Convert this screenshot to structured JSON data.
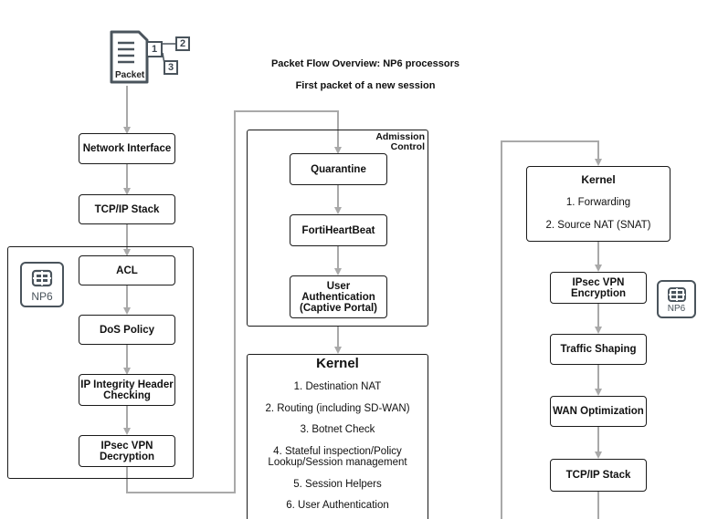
{
  "title_line1": "Packet Flow Overview: NP6 processors",
  "title_line2": "First packet of a new session",
  "packet": {
    "label": "Packet",
    "tags": [
      "1",
      "2",
      "3"
    ]
  },
  "column1": {
    "network_interface": "Network Interface",
    "tcpip_stack": "TCP/IP Stack",
    "acl": "ACL",
    "dos_policy": "DoS Policy",
    "ip_integrity": "IP Integrity Header\nChecking",
    "ipsec_decryption": "IPsec VPN\nDecryption",
    "np6_label": "NP6"
  },
  "column2": {
    "admission_control": "Admission\nControl",
    "quarantine": "Quarantine",
    "fortiheartbeat": "FortiHeartBeat",
    "user_auth_portal": "User Authentication\n(Captive Portal)",
    "kernel_title": "Kernel",
    "kernel_items": [
      "1. Destination NAT",
      "2. Routing (including SD-WAN)",
      "3. Botnet Check",
      "4. Stateful inspection/Policy\nLookup/Session management",
      "5. Session Helpers",
      "6. User Authentication"
    ]
  },
  "column3": {
    "kernel_title": "Kernel",
    "kernel_items": [
      "1. Forwarding",
      "2. Source NAT (SNAT)"
    ],
    "ipsec_encryption": "IPsec VPN\nEncryption",
    "np6_label": "NP6",
    "traffic_shaping": "Traffic Shaping",
    "wan_optimization": "WAN Optimization",
    "tcpip_stack": "TCP/IP Stack"
  },
  "colors": {
    "wire": "#a9a9a9",
    "border": "#1a1a1a",
    "np6": "#4a545c"
  }
}
